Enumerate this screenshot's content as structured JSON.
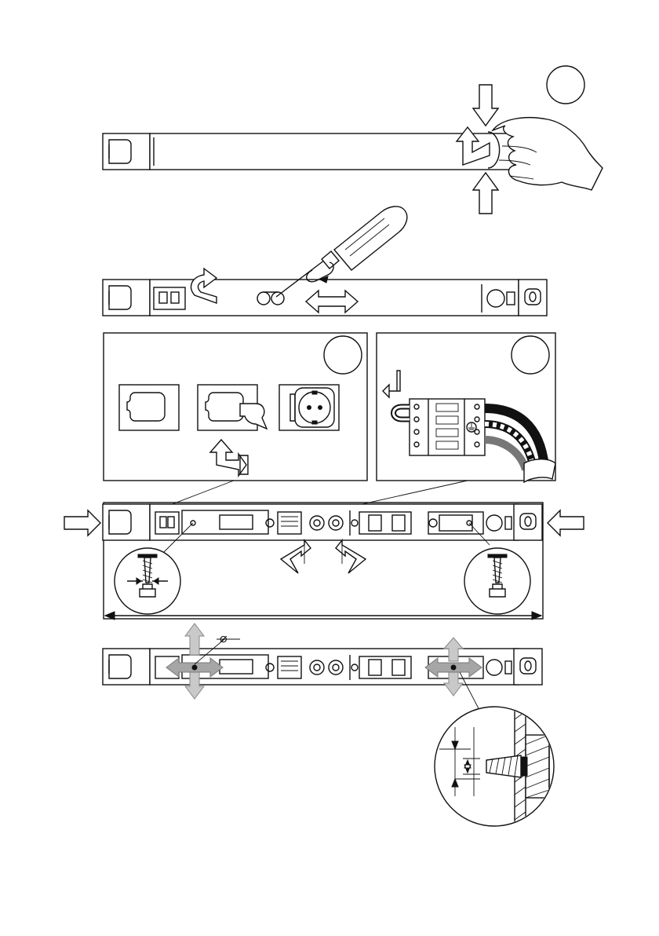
{
  "figure": {
    "diameter_symbol": "⌀"
  },
  "palette": {
    "line": "#111111",
    "arrow_fill": "#c9c9c9",
    "background": "#ffffff"
  },
  "icons": [
    "step-marker-circle",
    "hand",
    "screwdriver",
    "pan-head-screw",
    "schuko-socket",
    "terminal-block",
    "earth-symbol",
    "wood-screw",
    "wall-anchor"
  ]
}
